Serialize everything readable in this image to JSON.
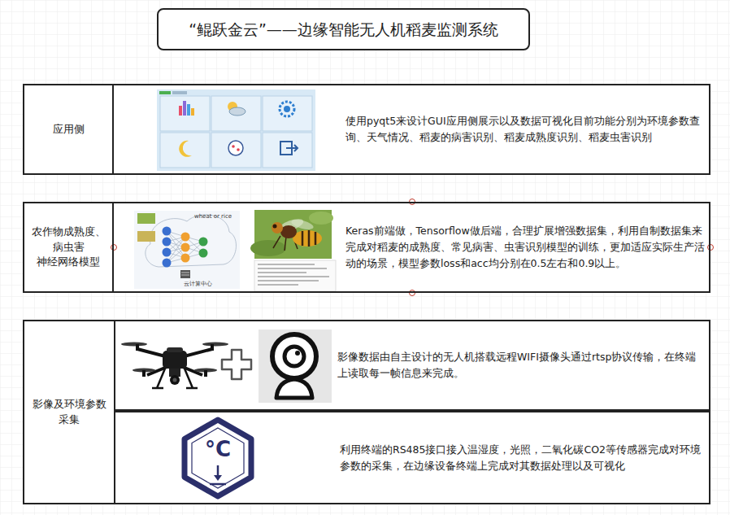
{
  "diagram": {
    "nodes": [
      {
        "text": [
          "“鲲跃金云”——边缘智能无人机稻麦监测系统"
        ]
      },
      {
        "text": [
          "应用侧",
          "使用pyqt5来设计GUI应用侧展示以及数据可视化目前功能分别为环境参数查询、天气情况、稻麦的病害识别、稻麦成熟度识别、稻麦虫害识别"
        ]
      },
      {
        "text": [
          "农作物成熟度、 病虫害 神经网络模型",
          "Keras前端做，Tensorflow做后端，合理扩展增强数据集，利用自制数据集来完成对稻麦的成熟度、常见病害、虫害识别模型的训练，更加适应实际生产活动的场景，模型参数loss和acc均分别在0.5左右和0.9以上。"
        ]
      },
      {
        "text": [
          "影像及环境参数采集"
        ]
      },
      {
        "text": [
          "影像数据由自主设计的无人机搭载远程WIFI摄像头通过rtsp协议传输，在终端上读取每一帧信息来完成。"
        ],
        "in": 3
      },
      {
        "text": [
          "利用终端的RS485接口接入温湿度，光照，二氧化碳CO2等传感器完成对环境参数的采集，在边缘设备终端上完成对其数据处理以及可视化"
        ],
        "in": 3
      }
    ],
    "labels": [
      "wheat or rice",
      "云计算中心",
      "°C"
    ]
  }
}
